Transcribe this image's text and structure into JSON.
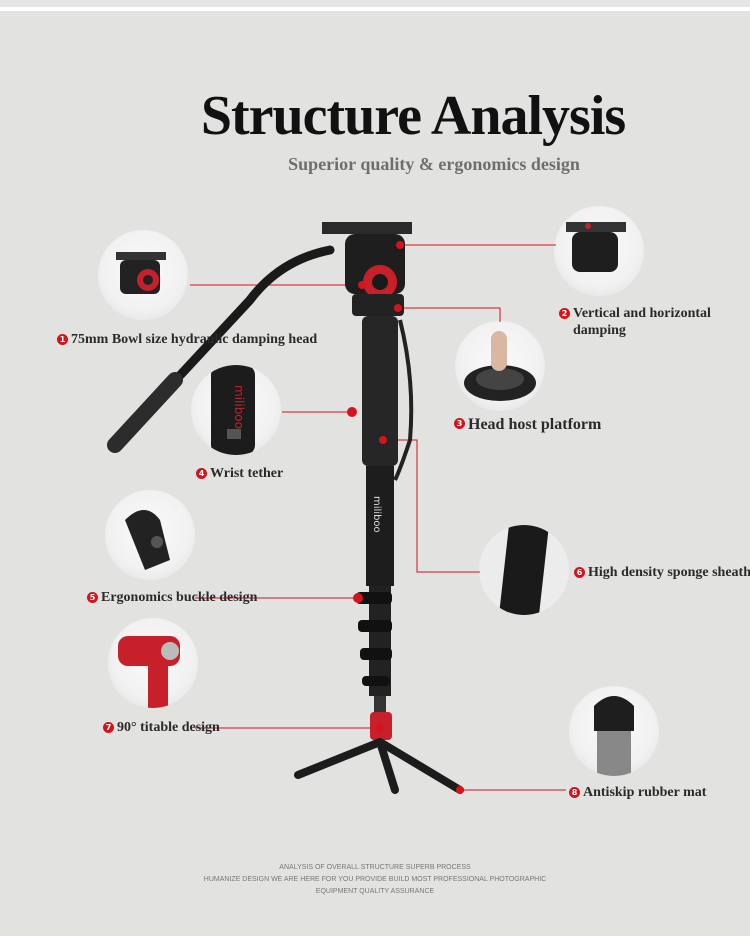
{
  "title": "Structure Analysis",
  "subtitle": "Superior  quality & ergonomics design",
  "brand": "miliboo",
  "accent": "#d4131c",
  "features": [
    {
      "num": "1",
      "label": "75mm Bowl size hydraulic damping head"
    },
    {
      "num": "2",
      "label": "Vertical and horizontal",
      "label2": "damping"
    },
    {
      "num": "3",
      "label": "Head host platform"
    },
    {
      "num": "4",
      "label": "Wrist tether"
    },
    {
      "num": "5",
      "label": "Ergonomics buckle design"
    },
    {
      "num": "6",
      "label": "High density sponge sheath"
    },
    {
      "num": "7",
      "label": "90°  titable design"
    },
    {
      "num": "8",
      "label": "Antiskip  rubber mat"
    }
  ],
  "footer": [
    "ANALYSIS OF OVERALL STRUCTURE SUPERB PROCESS",
    "HUMANIZE DESIGN WE ARE HERE FOR YOU PROVIDE BUILD MOST PROFESSIONAL PHOTOGRAPHIC",
    "EQUIPMENT QUALITY ASSURANCE"
  ]
}
